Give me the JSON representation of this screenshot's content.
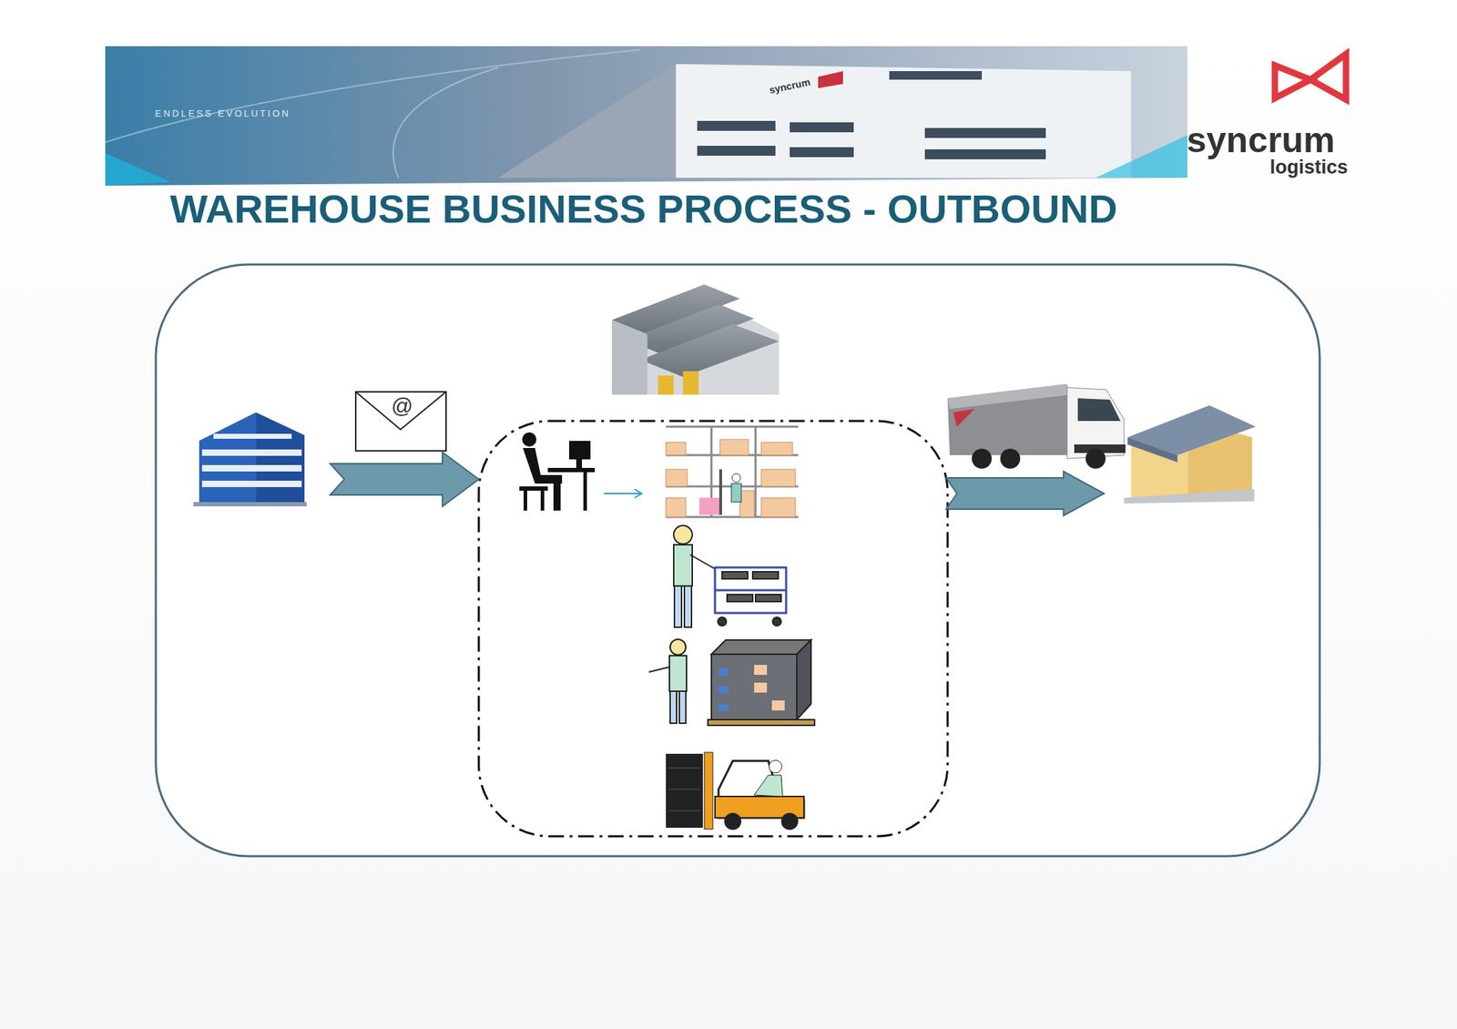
{
  "diagram": {
    "title": "WAREHOUSE BUSINESS PROCESS - OUTBOUND",
    "labels": [
      "ENDLESS EVOLUTION",
      "syncrum",
      "syncrum",
      "logistics",
      "@"
    ]
  }
}
